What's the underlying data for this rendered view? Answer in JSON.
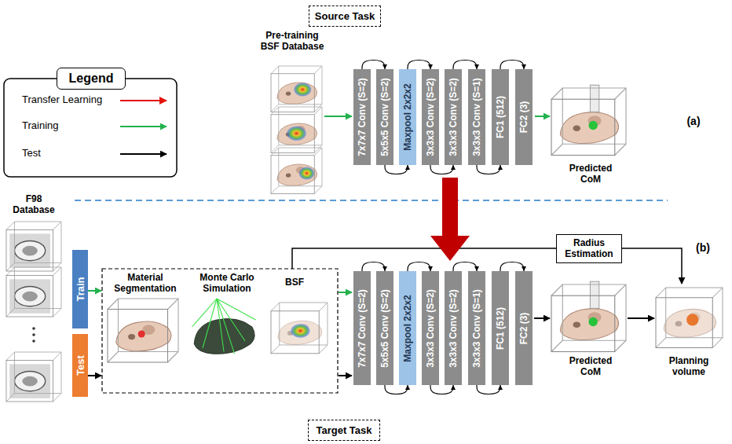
{
  "diagram": {
    "nodes": [
      {
        "text": [
          "Source Task"
        ]
      },
      {
        "text": [
          "Legend"
        ]
      },
      {
        "text": [
          "7x7x7 Conv (S=2)"
        ]
      },
      {
        "text": [
          "5x5x5 Conv (S=2)"
        ]
      },
      {
        "text": [
          "Maxpool 2x2x2"
        ]
      },
      {
        "text": [
          "3x3x3 Conv (S=2)"
        ]
      },
      {
        "text": [
          "3x3x3 Conv (S=2)"
        ]
      },
      {
        "text": [
          "3x3x3 Conv (S=1)"
        ]
      },
      {
        "text": [
          "FC1 (512)"
        ]
      },
      {
        "text": [
          "FC2 (3)"
        ]
      },
      {
        "text": [
          "Train"
        ]
      },
      {
        "text": [
          "Test"
        ]
      },
      {
        "text": [
          "7x7x7 Conv (S=2)"
        ]
      },
      {
        "text": [
          "5x5x5 Conv (S=2)"
        ]
      },
      {
        "text": [
          "Maxpool 2x2x2"
        ]
      },
      {
        "text": [
          "3x3x3 Conv (S=2)"
        ]
      },
      {
        "text": [
          "3x3x3 Conv (S=2)"
        ]
      },
      {
        "text": [
          "3x3x3 Conv (S=1)"
        ]
      },
      {
        "text": [
          "FC1 (512)"
        ]
      },
      {
        "text": [
          "FC2 (3)"
        ]
      },
      {
        "text": [
          "Radius Estimation"
        ]
      },
      {
        "text": [
          "Target Task"
        ]
      }
    ],
    "edges": [
      {
        "from": 2,
        "to": 3,
        "arrow": "to"
      },
      {
        "from": 3,
        "to": 4,
        "arrow": "to"
      },
      {
        "from": 4,
        "to": 5,
        "arrow": "to"
      },
      {
        "from": 5,
        "to": 6,
        "arrow": "to"
      },
      {
        "from": 6,
        "to": 7,
        "arrow": "to"
      },
      {
        "from": 7,
        "to": 8,
        "arrow": "to"
      },
      {
        "from": 8,
        "to": 9,
        "arrow": "to"
      },
      {
        "from": 12,
        "to": 13,
        "arrow": "to"
      },
      {
        "from": 13,
        "to": 14,
        "arrow": "to"
      },
      {
        "from": 14,
        "to": 15,
        "arrow": "to"
      },
      {
        "from": 15,
        "to": 16,
        "arrow": "to"
      },
      {
        "from": 16,
        "to": 17,
        "arrow": "to"
      },
      {
        "from": 17,
        "to": 18,
        "arrow": "to"
      },
      {
        "from": 18,
        "to": 19,
        "arrow": "to"
      }
    ],
    "labels": [
      "Pre-training BSF Database",
      "Predicted CoM",
      "(a)",
      "F98 Database",
      "Material Segmentation",
      "Monte Carlo Simulation",
      "BSF",
      "Predicted CoM",
      "Planning volume",
      "(b)"
    ],
    "legend": [
      {
        "text": "Transfer Learning"
      },
      {
        "text": "Training"
      },
      {
        "text": "Test"
      }
    ]
  }
}
